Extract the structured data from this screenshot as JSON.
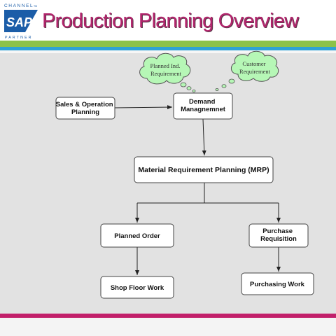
{
  "header": {
    "title": "Production Planning Overview",
    "logo": {
      "top_text": "CHANNEL",
      "brand": "SAP",
      "bottom_text": "PARTNER",
      "tm": "TM"
    }
  },
  "diagram": {
    "clouds": [
      {
        "id": "planned-ind",
        "lines": [
          "Planned Ind.",
          "Requirement"
        ]
      },
      {
        "id": "customer-req",
        "lines": [
          "Customer",
          "Requirement"
        ]
      }
    ],
    "nodes": [
      {
        "id": "sop",
        "lines": [
          "Sales & Operation",
          "Planning"
        ]
      },
      {
        "id": "demand",
        "lines": [
          "Demand",
          "Managnemnet"
        ]
      },
      {
        "id": "mrp",
        "lines": [
          "Material Requirement Planning (MRP)"
        ]
      },
      {
        "id": "planned-order",
        "lines": [
          "Planned Order"
        ]
      },
      {
        "id": "purchase-req",
        "lines": [
          "Purchase",
          "Requisition"
        ]
      },
      {
        "id": "shop-floor",
        "lines": [
          "Shop Floor Work"
        ]
      },
      {
        "id": "purchasing",
        "lines": [
          "Purchasing Work"
        ]
      }
    ]
  },
  "colors": {
    "title": "#b2246c",
    "stripe_green": "#8cc24a",
    "stripe_blue": "#2fa2d6",
    "stripe_magenta": "#c21f6a",
    "canvas": "#e2e2e2",
    "cloud_fill": "#b6f7b6",
    "logo_blue": "#1b5da8"
  }
}
